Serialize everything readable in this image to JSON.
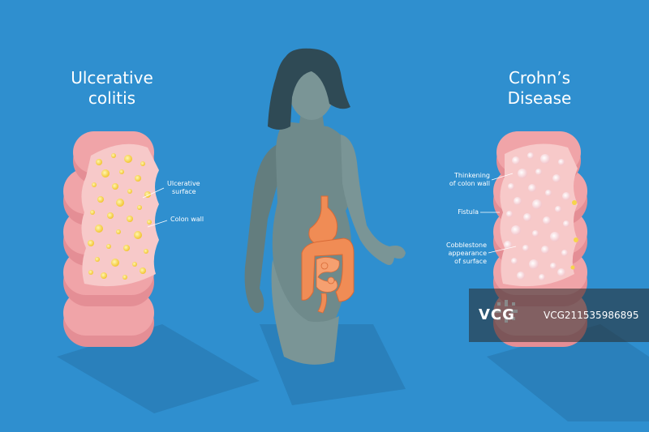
{
  "titles": {
    "left_line1": "Ulcerative",
    "left_line2": "colitis",
    "right_line1": "Crohn’s",
    "right_line2": "Disease"
  },
  "labels": {
    "ulcerative_surface_1": "Ulcerative",
    "ulcerative_surface_2": "surface",
    "colon_wall": "Colon wall",
    "thickening_1": "Thinkening",
    "thickening_2": "of colon wall",
    "fistula": "Fistula",
    "cobblestone_1": "Cobblestone",
    "cobblestone_2": "appearance",
    "cobblestone_3": "of surface"
  },
  "watermark": {
    "logo": "VCG",
    "id": "VCG211535986895"
  },
  "colors": {
    "background": "#2f8fcf",
    "colon_pink": "#f0a4a8",
    "colon_inner": "#f7c9c9",
    "ulcer_yellow": "#f6d54a",
    "body_gray": "#6f8a8b",
    "hair": "#2f4a55",
    "organs": "#f08c55"
  }
}
